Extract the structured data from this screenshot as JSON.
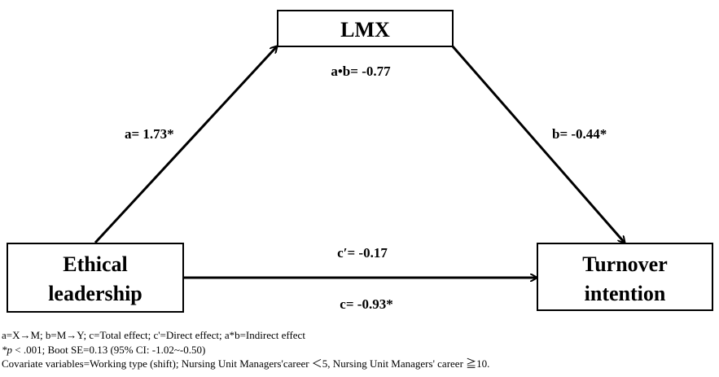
{
  "nodes": {
    "mediator": {
      "label": "LMX"
    },
    "predictor": {
      "line1": "Ethical",
      "line2": "leadership"
    },
    "outcome": {
      "line1": "Turnover",
      "line2": "intention"
    }
  },
  "paths": {
    "a": "a= 1.73*",
    "b": "b= -0.44*",
    "indirect": "a•b= -0.77",
    "direct": "c′= -0.17",
    "total": "c= -0.93*"
  },
  "notes": {
    "line1": "a=X→M; b=M→Y; c=Total effect; c'=Direct effect; a*b=Indirect effect",
    "line2_italic": "*p",
    "line2_rest": " < .001; Boot SE=0.13 (95% CI: -1.02~-0.50)",
    "line3": "Covariate variables=Working type (shift); Nursing Unit Managers'career ＜5, Nursing Unit Managers' career ≧10."
  },
  "colors": {
    "stroke": "#000000",
    "background": "#ffffff"
  }
}
